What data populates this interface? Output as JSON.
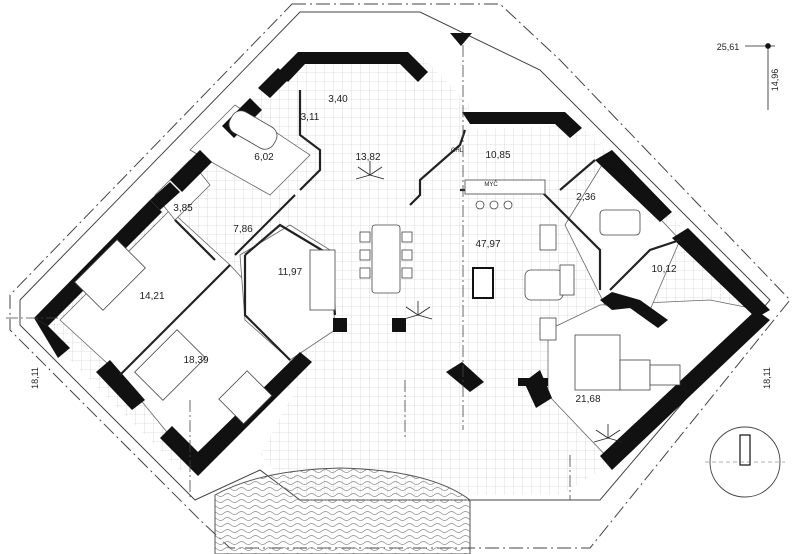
{
  "rooms": {
    "living": "47,97",
    "bedroom_large": "21,68",
    "bedroom_left_bottom": "18,39",
    "bedroom_left_top": "14,21",
    "dining": "13,82",
    "room_center_left": "11,97",
    "kitchen": "10,85",
    "room_right": "10,12",
    "hall_left": "7,86",
    "bath": "6,02",
    "wc_left": "3,85",
    "storage": "3,40",
    "wc_top": "3,11",
    "wc_right": "2,36"
  },
  "dimensions": {
    "top_right_horizontal": "25,61",
    "top_right_vertical": "14,96",
    "left_diagonal": "18,11",
    "right_diagonal": "18,11"
  },
  "labels": {
    "kitchen_appliance": "MYČ",
    "fridge": "CHL"
  },
  "colors": {
    "wall": "#111111",
    "grid": "#bdbdbd",
    "line": "#333333",
    "paper": "#ffffff"
  }
}
